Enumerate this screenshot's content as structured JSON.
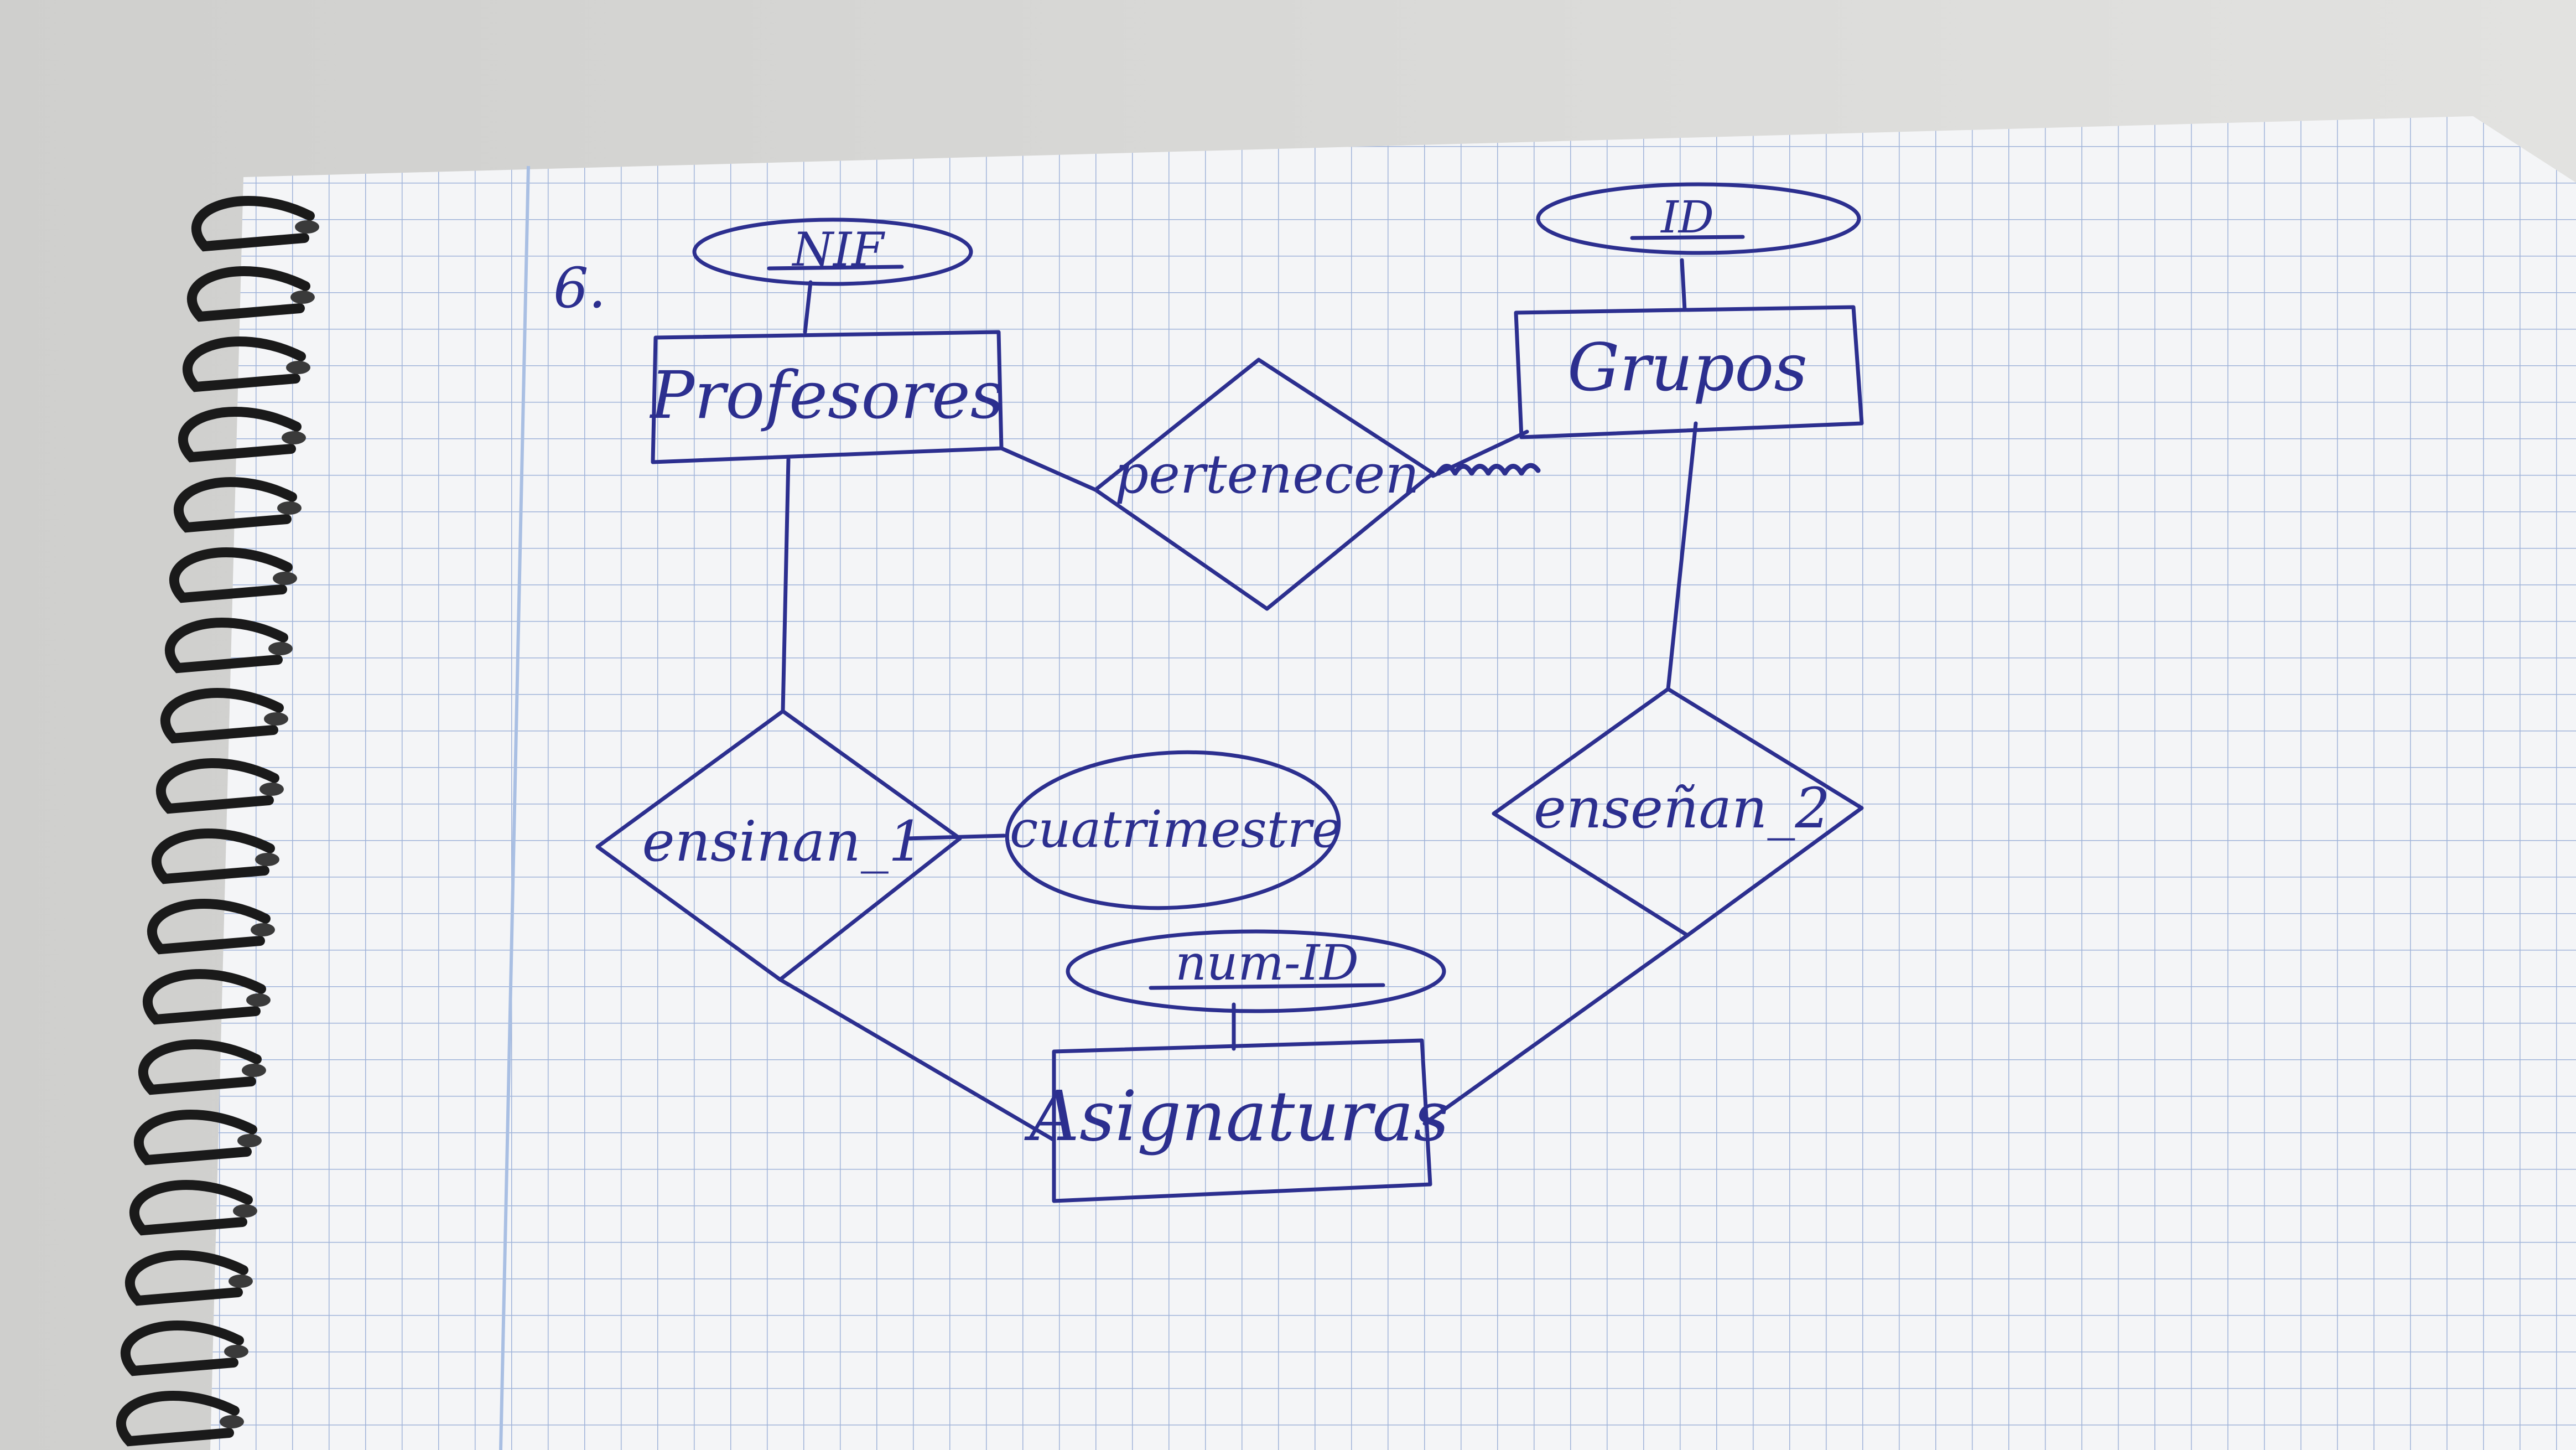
{
  "page": {
    "exercise_number": "6.",
    "colors": {
      "ink": "#2c2f8f",
      "grid": "#9fb3d9",
      "paper": "#f4f5f7",
      "margin_line": "#a9bfe3",
      "spiral": "#1a1a1a",
      "background": "#d8d8d6"
    }
  },
  "entities": [
    {
      "id": "profesores",
      "label": "Profesores"
    },
    {
      "id": "grupos",
      "label": "Grupos"
    },
    {
      "id": "asignaturas",
      "label": "Asignaturas"
    }
  ],
  "relationships": [
    {
      "id": "pertenecen",
      "label": "pertenecen"
    },
    {
      "id": "ensenan1",
      "label": "ensinan_1"
    },
    {
      "id": "ensenan2",
      "label": "enseñan_2"
    }
  ],
  "attributes": [
    {
      "id": "nif",
      "label": "NIF",
      "key": true
    },
    {
      "id": "id",
      "label": "ID",
      "key": true
    },
    {
      "id": "num_id",
      "label": "num-ID",
      "key": true
    },
    {
      "id": "cuatrimestre",
      "label": "cuatrimestre",
      "key": false
    }
  ]
}
